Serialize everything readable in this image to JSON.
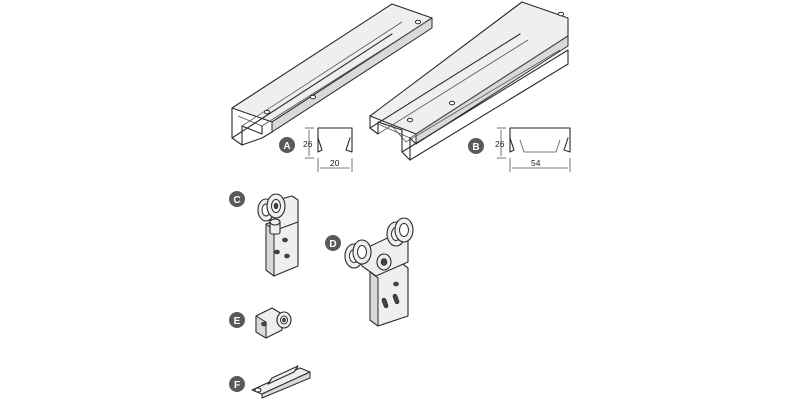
{
  "labels": {
    "a": "A",
    "b": "B",
    "c": "C",
    "d": "D",
    "e": "E",
    "f": "F"
  },
  "dimensions": {
    "a_height": "26",
    "a_width": "20",
    "b_height": "26",
    "b_width": "54"
  },
  "colors": {
    "badge": "#5a5a5a",
    "line": "#2a2a2a"
  }
}
